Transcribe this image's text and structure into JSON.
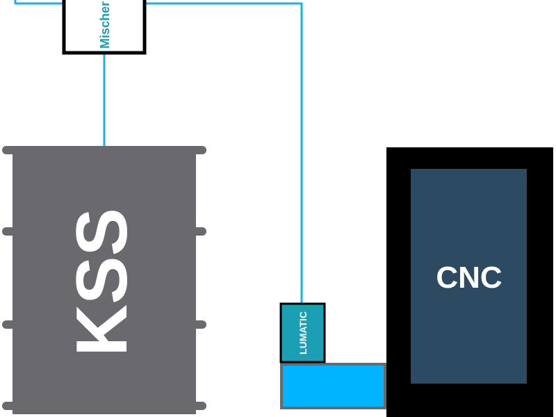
{
  "nodes": {
    "mixer": {
      "label": "Mischer"
    },
    "tank": {
      "label": "KSS"
    },
    "machine": {
      "label": "CNC"
    },
    "dispenser": {
      "label": "LUMATIC"
    },
    "tray": {
      "label": ""
    }
  },
  "colors": {
    "pipe": "#1ab0ea",
    "mixer_text": "#1a9fb5",
    "barrel": "#6a6a6e",
    "machine_frame": "#000000",
    "machine_screen": "#2d4a63",
    "dispenser_fill": "#1a9fb5",
    "tray_fill": "#00b4ff",
    "tray_border": "#6a6a6e"
  }
}
